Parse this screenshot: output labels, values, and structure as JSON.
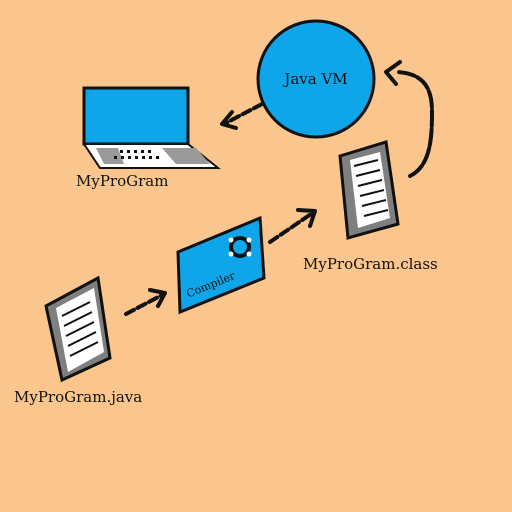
{
  "colors": {
    "background": "#fbc58e",
    "accent_blue": "#0ea5e9",
    "document_gray": "#7f7f7f",
    "outline": "#111111"
  },
  "nodes": {
    "source_file": {
      "label": "MyProGram.java",
      "icon": "document-icon"
    },
    "compiler": {
      "label": "Compiler",
      "icon": "gear-icon"
    },
    "class_file": {
      "label": "MyProGram.class",
      "icon": "document-icon"
    },
    "jvm": {
      "label": "Java VM"
    },
    "program": {
      "label": "MyProGram",
      "icon": "laptop-icon"
    }
  },
  "edges": [
    {
      "from": "source_file",
      "to": "compiler"
    },
    {
      "from": "compiler",
      "to": "class_file"
    },
    {
      "from": "class_file",
      "to": "jvm"
    },
    {
      "from": "jvm",
      "to": "program"
    }
  ]
}
